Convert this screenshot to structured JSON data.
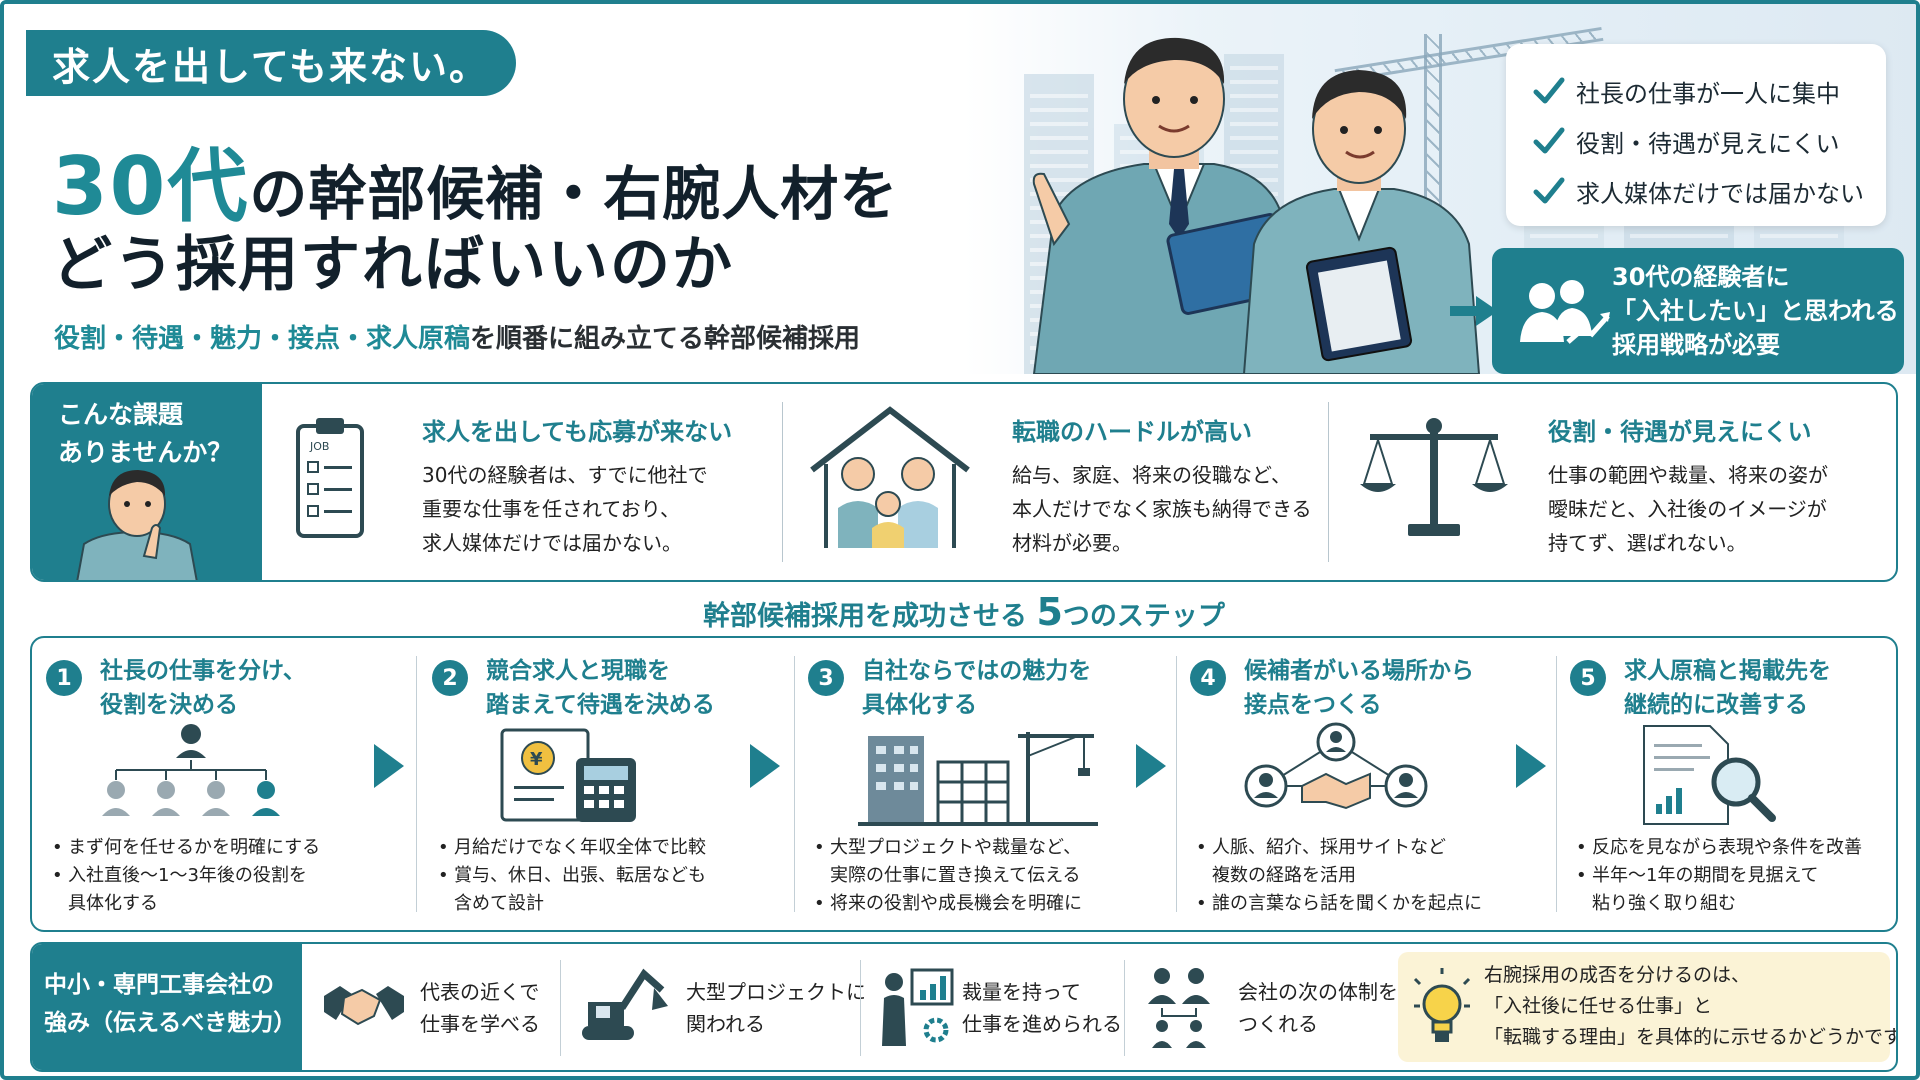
{
  "hero": {
    "badge": "求人を出しても来ない。",
    "title_accent": "30代",
    "title_line1_rest": "の幹部候補・右腕人材を",
    "title_line2": "どう採用すればいいのか",
    "subtitle_accent": "役割・待遇・魅力・接点・求人原稿",
    "subtitle_rest": "を順番に組み立てる幹部候補採用",
    "checks": [
      "社長の仕事が一人に集中",
      "役割・待遇が見えにくい",
      "求人媒体だけでは届かない"
    ],
    "strategy_lines": [
      "30代の経験者に",
      "「入社したい」と思われる",
      "採用戦略が必要"
    ]
  },
  "challenges": {
    "question_lines": [
      "こんな課題",
      "ありませんか？"
    ],
    "items": [
      {
        "heading": "求人を出しても応募が来ない",
        "lines": [
          "30代の経験者は、すでに他社で",
          "重要な仕事を任されており、",
          "求人媒体だけでは届かない。"
        ],
        "icon": "clipboard-checklist-icon"
      },
      {
        "heading": "転職のハードルが高い",
        "lines": [
          "給与、家庭、将来の役職など、",
          "本人だけでなく家族も納得できる",
          "材料が必要。"
        ],
        "icon": "family-house-icon"
      },
      {
        "heading": "役割・待遇が見えにくい",
        "lines": [
          "仕事の範囲や裁量、将来の姿が",
          "曖昧だと、入社後のイメージが",
          "持てず、選ばれない。"
        ],
        "icon": "balance-scale-icon"
      }
    ]
  },
  "steps": {
    "title_pre": "幹部候補採用を成功させる",
    "title_num": "5",
    "title_post": "つのステップ",
    "items": [
      {
        "num": "1",
        "title_lines": [
          "社長の仕事を分け、",
          "役割を決める"
        ],
        "bullets": [
          [
            "まず何を任せるかを明確にする"
          ],
          [
            "入社直後〜1〜3年後の役割を",
            "具体化する"
          ]
        ],
        "icon": "org-chart-icon"
      },
      {
        "num": "2",
        "title_lines": [
          "競合求人と現職を",
          "踏まえて待遇を決める"
        ],
        "bullets": [
          [
            "月給だけでなく年収全体で比較"
          ],
          [
            "賞与、休日、出張、転居なども",
            "含めて設計"
          ]
        ],
        "icon": "yen-calculator-icon"
      },
      {
        "num": "3",
        "title_lines": [
          "自社ならではの魅力を",
          "具体化する"
        ],
        "bullets": [
          [
            "大型プロジェクトや裁量など、",
            "実際の仕事に置き換えて伝える"
          ],
          [
            "将来の役割や成長機会を明確に"
          ]
        ],
        "icon": "construction-site-icon"
      },
      {
        "num": "4",
        "title_lines": [
          "候補者がいる場所から",
          "接点をつくる"
        ],
        "bullets": [
          [
            "人脈、紹介、採用サイトなど",
            "複数の経路を活用"
          ],
          [
            "誰の言葉なら話を聞くかを起点に"
          ]
        ],
        "icon": "network-handshake-icon"
      },
      {
        "num": "5",
        "title_lines": [
          "求人原稿と掲載先を",
          "継続的に改善する"
        ],
        "bullets": [
          [
            "反応を見ながら表現や条件を改善"
          ],
          [
            "半年〜1年の期間を見据えて",
            "粘り強く取り組む"
          ]
        ],
        "icon": "document-magnifier-icon"
      }
    ]
  },
  "strengths": {
    "label_lines": [
      "中小・専門工事会社の",
      "強み（伝えるべき魅力）"
    ],
    "items": [
      {
        "lines": [
          "代表の近くで",
          "仕事を学べる"
        ],
        "icon": "handshake-icon"
      },
      {
        "lines": [
          "大型プロジェクトに",
          "関われる"
        ],
        "icon": "excavator-icon"
      },
      {
        "lines": [
          "裁量を持って",
          "仕事を進められる"
        ],
        "icon": "presenter-chart-icon"
      },
      {
        "lines": [
          "会社の次の体制を",
          "つくれる"
        ],
        "icon": "team-structure-icon"
      }
    ],
    "tip_lines": [
      "右腕採用の成否を分けるのは、",
      "「入社後に任せる仕事」と",
      "「転職する理由」を具体的に示せるかどうかです。"
    ],
    "tip_icon": "lightbulb-icon"
  },
  "colors": {
    "teal": "#1f7f8e",
    "accent": "#1f8a96",
    "tip_bg": "#fbf3d6"
  }
}
